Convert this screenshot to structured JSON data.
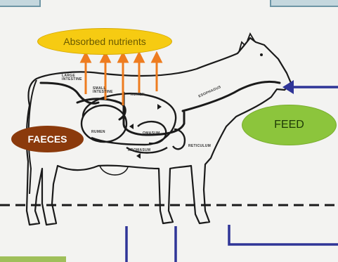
{
  "labels": {
    "absorbed_nutrients": "Absorbed nutrients",
    "faeces": "FAECES",
    "feed": "FEED"
  },
  "organs": {
    "large_intestine_1": "LARGE",
    "large_intestine_2": "INTESTINE",
    "small_intestine_1": "SMALL",
    "small_intestine_2": "INTESTINE",
    "rumen_top": "RUMEN",
    "rumen_left": "RUMEN",
    "omasum": "OMASUM",
    "abomasum": "ABOMASUM",
    "esophagus": "ESOPHAGUS",
    "reticulum": "RETICULUM"
  },
  "colors": {
    "nutrients": "#f6cb12",
    "faeces": "#8b3a0c",
    "feed": "#8cc53c",
    "arrows": "#ee7c1f",
    "flow_lines": "#2f3597",
    "outline": "#1a1a1a"
  }
}
